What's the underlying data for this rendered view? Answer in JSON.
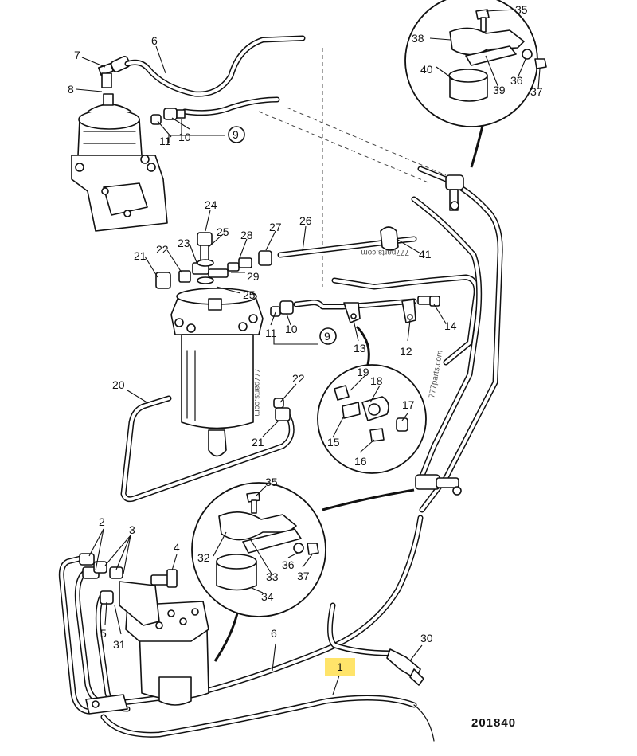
{
  "diagram": {
    "reference_number": "201840",
    "watermark": "777parts.com",
    "highlight_color": "#ffe46a",
    "callouts": [
      "1",
      "2",
      "3",
      "4",
      "5",
      "6",
      "7",
      "8",
      "9",
      "10",
      "11",
      "12",
      "13",
      "14",
      "15",
      "16",
      "17",
      "18",
      "19",
      "20",
      "21",
      "22",
      "23",
      "24",
      "25",
      "26",
      "27",
      "28",
      "29",
      "30",
      "31",
      "32",
      "33",
      "34",
      "35",
      "36",
      "37",
      "38",
      "39",
      "40",
      "41"
    ],
    "highlighted_callout": "1"
  }
}
